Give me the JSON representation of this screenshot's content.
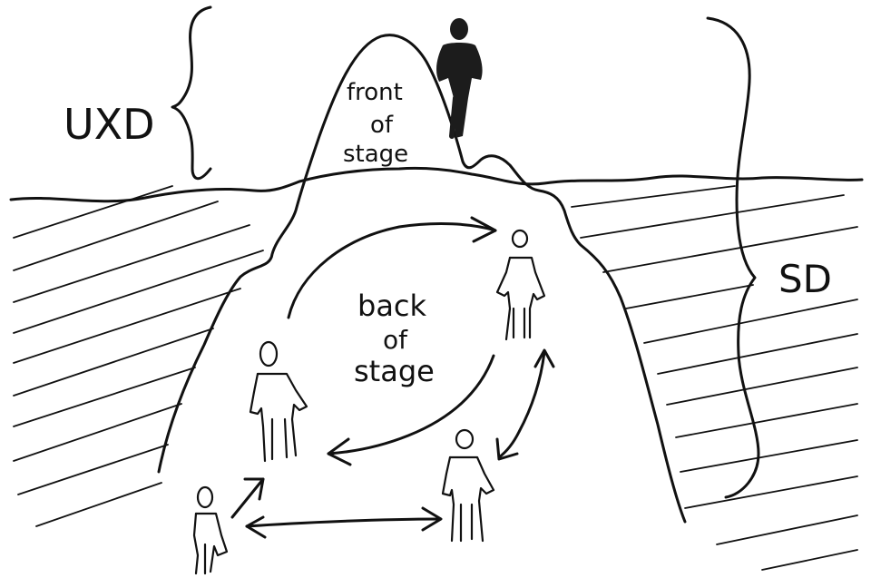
{
  "labels": {
    "uxd": "UXD",
    "sd": "SD",
    "front_of_stage": [
      "front",
      "of",
      "stage"
    ],
    "back_of_stage": [
      "back",
      "of",
      "stage"
    ]
  },
  "colors": {
    "ink": "#111111",
    "background": "#ffffff",
    "front_figure": "#1c1c1c"
  }
}
